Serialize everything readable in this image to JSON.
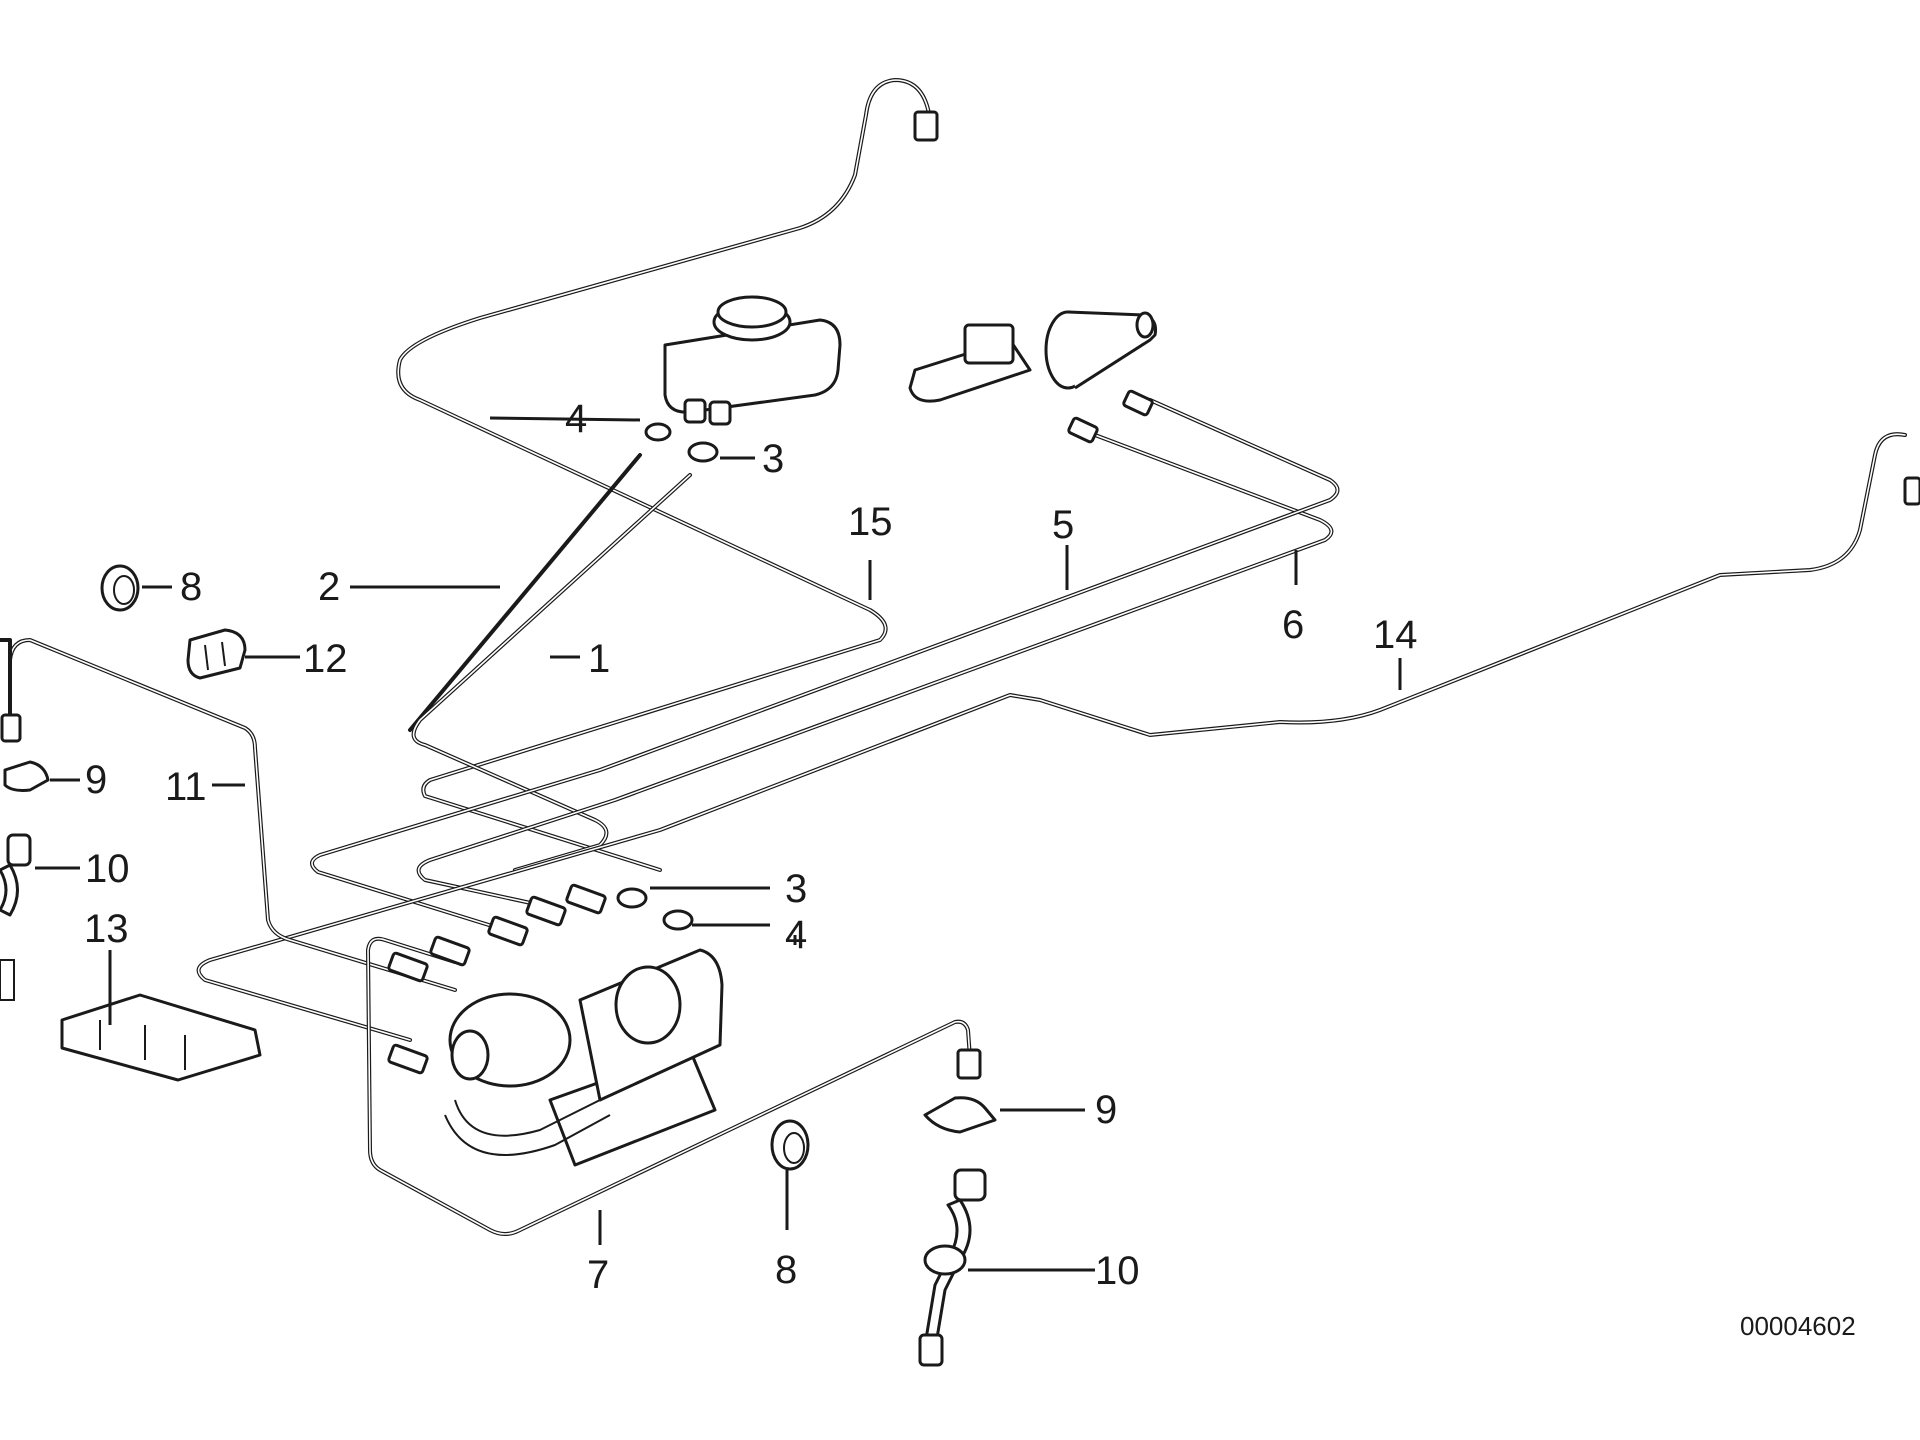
{
  "callouts": {
    "c1": "1",
    "c2": "2",
    "c3a": "3",
    "c3b": "3",
    "c4a": "4",
    "c4b": "4",
    "c5": "5",
    "c6": "6",
    "c7": "7",
    "c8a": "8",
    "c8b": "8",
    "c9a": "9",
    "c9b": "9",
    "c10a": "10",
    "c10b": "10",
    "c11": "11",
    "c12": "12",
    "c13": "13",
    "c14": "14",
    "c15": "15"
  },
  "document_number": "00004602"
}
